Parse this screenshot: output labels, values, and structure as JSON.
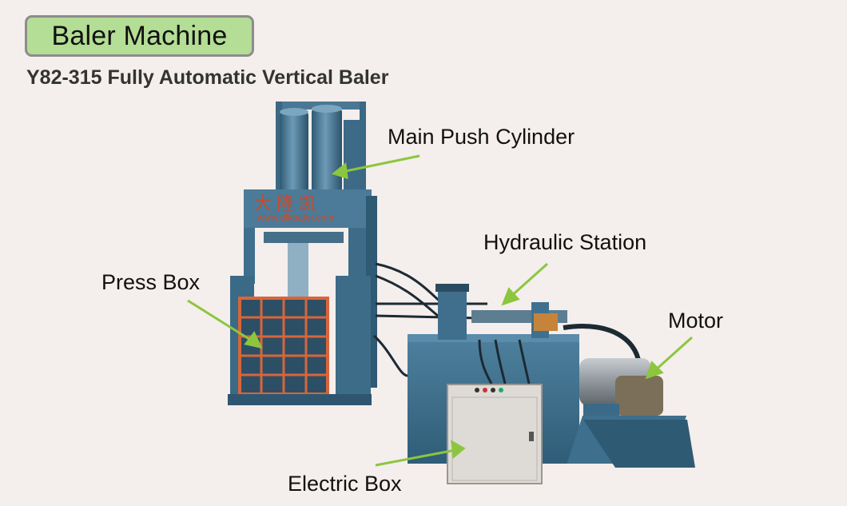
{
  "header": {
    "badge_title": "Baler Machine",
    "subtitle": "Y82-315 Fully Automatic Vertical Baler"
  },
  "machine": {
    "brand_chinese": "大隆凯",
    "brand_url": "www.dlkbaler.com"
  },
  "callouts": {
    "main_push_cylinder": "Main Push Cylinder",
    "hydraulic_station": "Hydraulic Station",
    "press_box": "Press Box",
    "motor": "Motor",
    "electric_box": "Electric Box"
  },
  "colors": {
    "background": "#f4eeec",
    "badge_fill": "#b4dd95",
    "machine_blue": "#3f6f8c",
    "press_orange": "#d8653a",
    "arrow_green": "#8cc63f"
  }
}
